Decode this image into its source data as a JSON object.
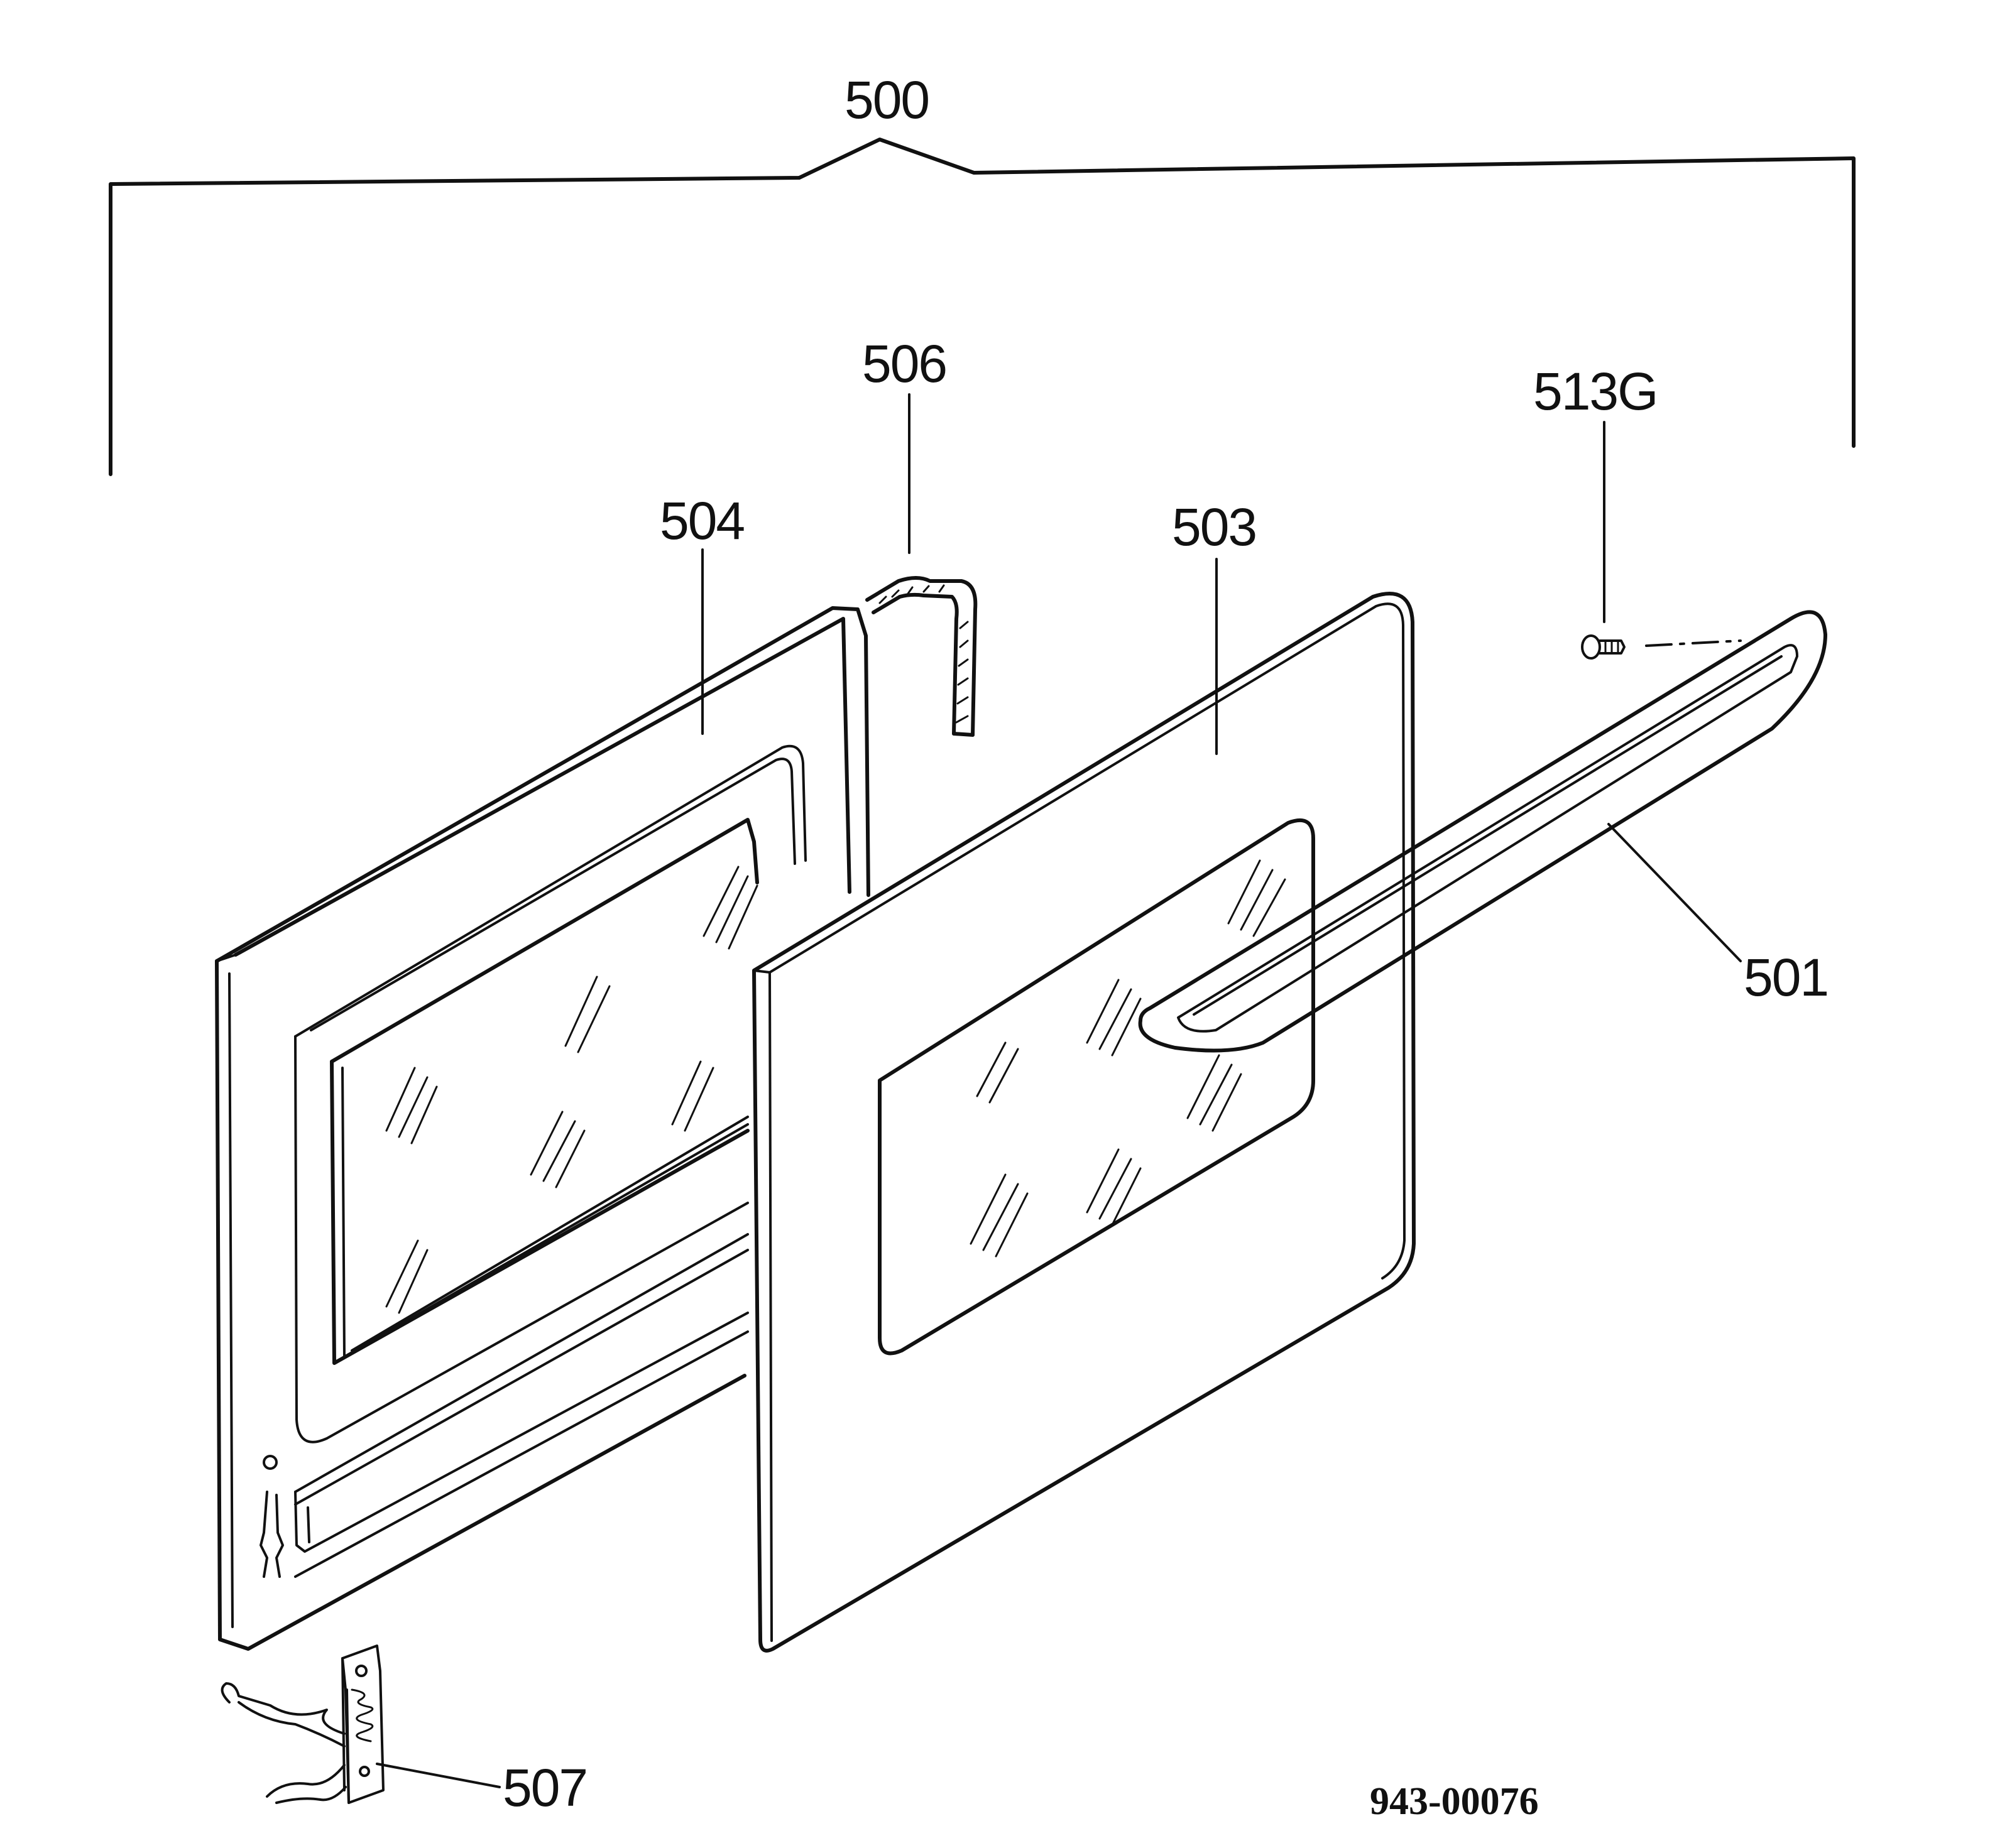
{
  "diagram": {
    "labels": {
      "assembly": "500",
      "handle": "501",
      "outer_glass_panel": "503",
      "inner_door_frame": "504",
      "gasket": "506",
      "hinge": "507",
      "screw": "513G"
    },
    "drawing_number": "943-00076"
  }
}
